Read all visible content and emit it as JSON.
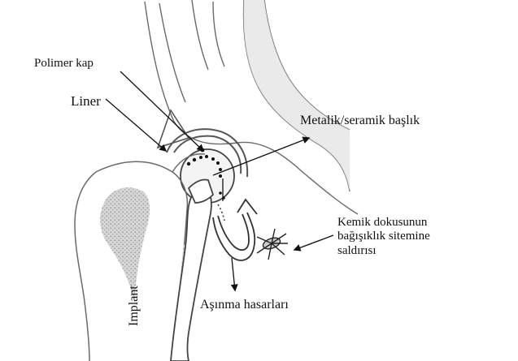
{
  "labels": {
    "polimer_kap": "Polimer kap",
    "liner": "Liner",
    "metalik": "Metalik/seramik başlık",
    "kemik_lines": [
      "Kemik dokusunun",
      "bağışıklık sitemine",
      "saldırısı"
    ],
    "asinma": "Aşınma hasarları",
    "implant": "Implant"
  },
  "colors": {
    "ink": "#111111",
    "bone_stroke": "#6a6a6a",
    "bone_shade": "#b9b9b9",
    "background": "#ffffff"
  }
}
